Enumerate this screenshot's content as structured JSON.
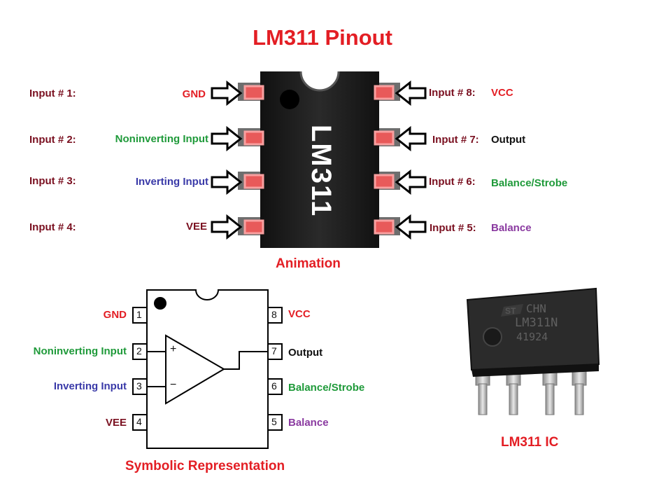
{
  "title": "LM311 Pinout",
  "animation": {
    "caption": "Animation",
    "chip_marking": "LM311",
    "left_pins": [
      {
        "input": "Input # 1:",
        "name": "GND"
      },
      {
        "input": "Input # 2:",
        "name": "Noninverting Input"
      },
      {
        "input": "Input # 3:",
        "name": "Inverting Input"
      },
      {
        "input": "Input # 4:",
        "name": "VEE"
      }
    ],
    "right_pins": [
      {
        "input": "Input # 8:",
        "name": "VCC"
      },
      {
        "input": "Input # 7:",
        "name": "Output"
      },
      {
        "input": "Input # 6:",
        "name": "Balance/Strobe"
      },
      {
        "input": "Input # 5:",
        "name": "Balance"
      }
    ]
  },
  "symbolic": {
    "caption": "Symbolic Representation",
    "left_pins": [
      {
        "number": "1",
        "name": "GND"
      },
      {
        "number": "2",
        "name": "Noninverting Input"
      },
      {
        "number": "3",
        "name": "Inverting Input"
      },
      {
        "number": "4",
        "name": "VEE"
      }
    ],
    "right_pins": [
      {
        "number": "8",
        "name": "VCC"
      },
      {
        "number": "7",
        "name": "Output"
      },
      {
        "number": "6",
        "name": "Balance/Strobe"
      },
      {
        "number": "5",
        "name": "Balance"
      }
    ],
    "plus_sign": "+",
    "minus_sign": "−"
  },
  "photo": {
    "caption": "LM311 IC",
    "marking_line1": "CHN",
    "marking_line2": "LM311N",
    "marking_line3": "41924"
  },
  "colors": {
    "title_red": "#e31e24",
    "maroon": "#7a1020",
    "green": "#1f9a3a",
    "blue": "#3a3aa8",
    "purple": "#8a3aa0",
    "chip_black": "#1c1c1c",
    "pin_highlight": "#e85a5a"
  }
}
